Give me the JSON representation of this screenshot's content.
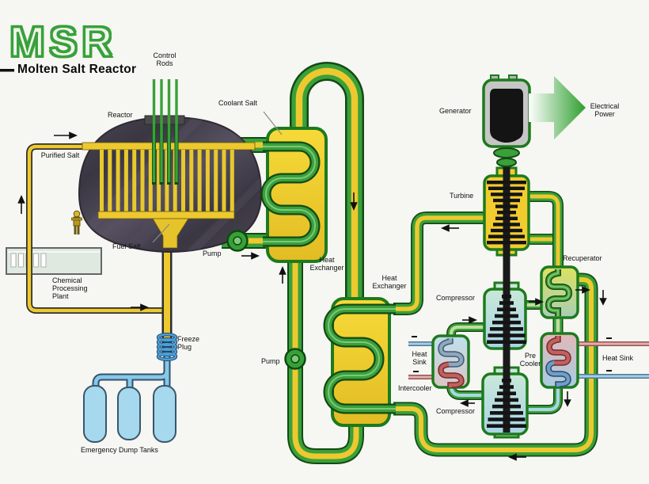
{
  "title": {
    "abbr": "MSR",
    "full": "Molten Salt Reactor"
  },
  "labels": {
    "control_rods": "Control Rods",
    "reactor": "Reactor",
    "coolant_salt": "Coolant Salt",
    "purified_salt": "Purified Salt",
    "fuel_salt": "Fuel Salt",
    "pump_primary": "Pump",
    "pump_secondary": "Pump",
    "heat_exchanger_primary": "Heat Exchanger",
    "heat_exchanger_secondary": "Heat Exchanger",
    "chemical_plant": "Chemical Processing Plant",
    "freeze_plug": "Freeze Plug",
    "emergency_dump_tanks": "Emergency Dump Tanks",
    "generator": "Generator",
    "electrical_power": "Electrical Power",
    "turbine": "Turbine",
    "recuperator": "Recuperator",
    "compressor_high": "Compressor",
    "compressor_low": "Compressor",
    "heat_sink_left": "Heat Sink",
    "heat_sink_right": "Heat Sink",
    "intercooler": "Intercooler",
    "pre_cooler": "Pre Cooler"
  },
  "colors": {
    "pipe_wall_green": "#3aa03a",
    "pipe_edge_green": "#134a13",
    "salt_yellow": "#edc92f",
    "drain_blue": "#86c8e8",
    "vessel_gray": "#46414c",
    "tank_blue": "#a6d8ee",
    "hot_water_red": "#c46060",
    "cold_water_blue": "#6f9fc7",
    "electric_green": "#2e9e2e"
  }
}
